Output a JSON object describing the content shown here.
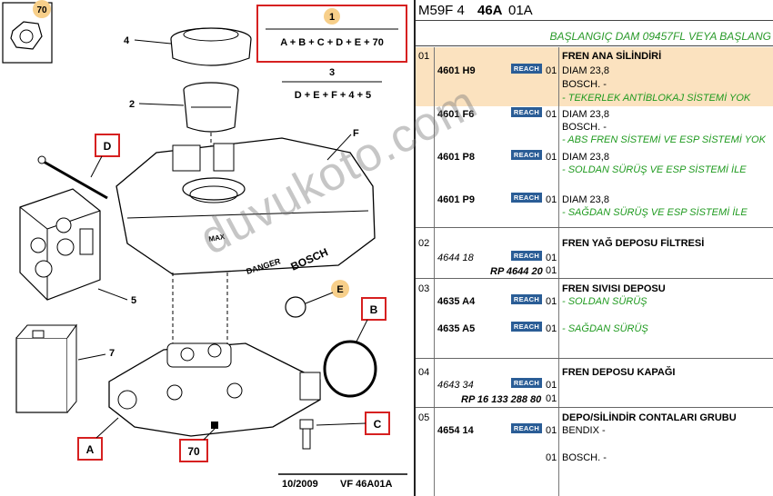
{
  "diagram": {
    "callouts": {
      "top_left_badge": "70",
      "formula_1_num": "1",
      "formula_1": "A + B + C + D + E + 70",
      "formula_3_num": "3",
      "formula_3": "D + E + F + 4 + 5",
      "n4": "4",
      "n2": "2",
      "nF": "F",
      "nD": "D",
      "n5": "5",
      "nE": "E",
      "n7": "7",
      "nB": "B",
      "nC": "C",
      "nA": "A",
      "n70": "70",
      "reservoir_brand": "BOSCH",
      "reservoir_warning": "DANGER",
      "reservoir_max": "MAX"
    },
    "footer_date": "10/2009",
    "footer_code": "VF 46A01A"
  },
  "parts_header": {
    "prefix": "M59F 4",
    "bold": "46A",
    "suffix": "01A"
  },
  "start_text": "BAŞLANGIÇ DAM 09457FL VEYA BAŞLANG",
  "reach_label": "REACH",
  "groups": [
    {
      "num": "01",
      "title": "FREN ANA SİLİNDİRİ",
      "items": [
        {
          "ref": "4601 H9",
          "qty": "01",
          "lines": [
            "DIAM 23,8",
            "BOSCH. -"
          ],
          "note": "- TEKERLEK ANTİBLOKAJ SİSTEMİ YOK"
        },
        {
          "ref": "4601 F6",
          "qty": "01",
          "lines": [
            "DIAM 23,8",
            "BOSCH. -"
          ],
          "note": "- ABS FREN SİSTEMİ VE ESP SİSTEMİ YOK"
        },
        {
          "ref": "4601 P8",
          "qty": "01",
          "lines": [
            "DIAM 23,8"
          ],
          "note": "- SOLDAN SÜRÜŞ VE ESP SİSTEMİ İLE"
        },
        {
          "ref": "4601 P9",
          "qty": "01",
          "lines": [
            "DIAM 23,8"
          ],
          "note": "- SAĞDAN SÜRÜŞ VE ESP SİSTEMİ İLE"
        }
      ]
    },
    {
      "num": "02",
      "title": "FREN YAĞ DEPOSU FİLTRESİ",
      "items": [
        {
          "ref": "4644 18",
          "qty": "01",
          "alt_ref": "RP 4644 20",
          "alt_qty": "01"
        }
      ]
    },
    {
      "num": "03",
      "title": "FREN SIVISI DEPOSU",
      "items": [
        {
          "ref": "4635 A4",
          "qty": "01",
          "note": "- SOLDAN SÜRÜŞ"
        },
        {
          "ref": "4635 A5",
          "qty": "01",
          "note": "- SAĞDAN SÜRÜŞ"
        }
      ]
    },
    {
      "num": "04",
      "title": "FREN DEPOSU KAPAĞI",
      "items": [
        {
          "ref": "4643 34",
          "qty": "01",
          "alt_ref": "RP 16 133 288 80",
          "alt_qty": "01"
        }
      ]
    },
    {
      "num": "05",
      "title": "DEPO/SİLİNDİR CONTALARI GRUBU",
      "items": [
        {
          "ref": "4654 14",
          "qty": "01",
          "lines": [
            "BENDIX -"
          ]
        },
        {
          "ref": "",
          "qty": "01",
          "lines": [
            "BOSCH. -"
          ]
        }
      ]
    }
  ],
  "watermark": "duvukoto.com",
  "colors": {
    "highlight": "#fbe2bf",
    "green_note": "#1f9a1f",
    "reach_badge": "#2a5d96",
    "callout_red": "#d62020",
    "callout_orange": "#f7cf8a"
  }
}
